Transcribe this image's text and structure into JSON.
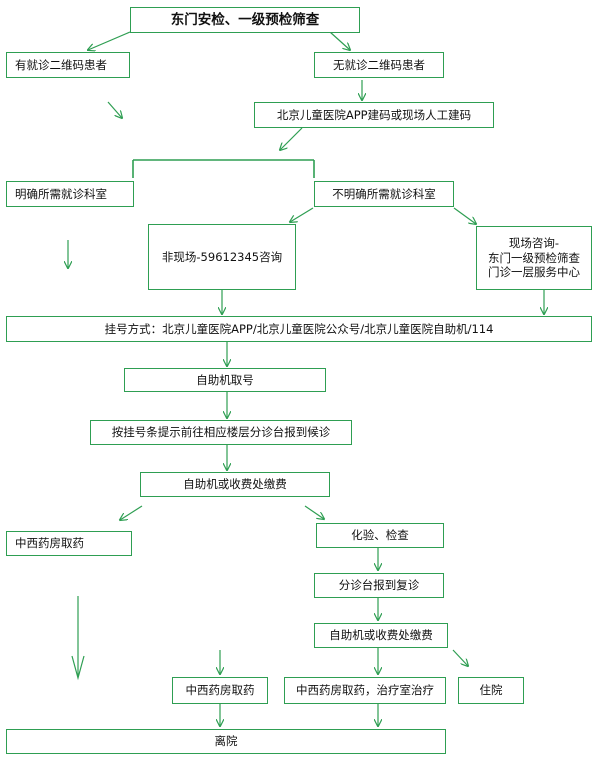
{
  "title": "东门安检、一级预检筛查",
  "branch_left": "有就诊二维码患者",
  "branch_right": "无就诊二维码患者",
  "build_code": "北京儿童医院APP建码或现场人工建码",
  "dept_known": "明确所需就诊科室",
  "dept_unknown": "不明确所需就诊科室",
  "consult_remote": "非现场-59612345咨询",
  "consult_onsite_lines": [
    "现场咨询-",
    "东门一级预检筛查",
    "门诊一层服务中心"
  ],
  "registration": "挂号方式：北京儿童医院APP/北京儿童医院公众号/北京儿童医院自助机/114",
  "self_service_ticket": "自助机取号",
  "go_waiting": "按挂号条提示前往相应楼层分诊台报到候诊",
  "pay_1": "自助机或收费处缴费",
  "tcm_pharmacy_1": "中西药房取药",
  "tests": "化验、检查",
  "triage_revisit": "分诊台报到复诊",
  "pay_2": "自助机或收费处缴费",
  "tcm_pharmacy_2": "中西药房取药",
  "pharmacy_treatment": "中西药房取药，治疗室治疗",
  "hospitalization": "住院",
  "discharge": "离院",
  "colors": {
    "accent": "#2e9e52"
  }
}
